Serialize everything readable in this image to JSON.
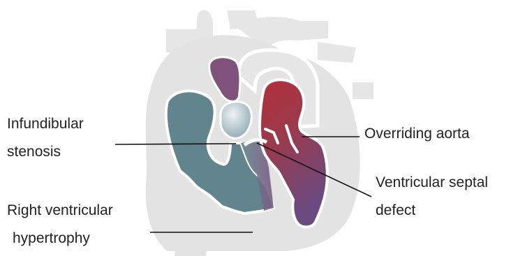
{
  "diagram": {
    "labels": {
      "infundibular_stenosis": [
        "Infundibular",
        "stenosis"
      ],
      "overriding_aorta": [
        "Overriding aorta"
      ],
      "ventricular_septal_defect": [
        "Ventricular septal",
        "defect"
      ],
      "right_ventricular_hypertrophy": [
        "Right ventricular",
        "hypertrophy"
      ]
    },
    "colors": {
      "heart_body": "#e3e3e3",
      "heart_outline": "#ffffff",
      "right_ventricle": "#62848c",
      "left_ventricle_top": "#b3303a",
      "left_ventricle_bottom": "#6b4a80",
      "pulmonary_valve": "#c8d6dc",
      "left_atrium": "#7e527a",
      "leader_line": "#111111",
      "text": "#222222"
    }
  }
}
